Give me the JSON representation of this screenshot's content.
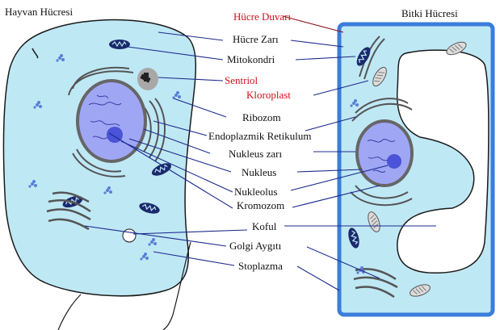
{
  "titles": {
    "animal": "Hayvan Hücresi",
    "plant": "Bitki Hücresi"
  },
  "labels": {
    "cell_wall": "Hücre Duvarı",
    "cell_membrane": "Hücre Zarı",
    "mitochondria": "Mitokondri",
    "centriole": "Sentriol",
    "chloroplast": "Kloroplast",
    "ribosome": "Ribozom",
    "er": "Endoplazmik Retikulum",
    "nuclear_membrane": "Nukleus zarı",
    "nucleus": "Nukleus",
    "nucleolus": "Nukleolus",
    "chromosome": "Kromozom",
    "vacuole": "Koful",
    "golgi": "Golgi Aygıtı",
    "cytoplasm": "Stoplazma"
  },
  "colors": {
    "cytoplasm": "#bfe8f5",
    "membrane": "#1a1a1a",
    "nucleus": "#9fa6f4",
    "nucleolus": "#4b53d8",
    "mitochondria": "#1b2a6b",
    "chloroplast": "#dcdcdc",
    "plant_wall": "#3b7ddb",
    "leader_line": "#1c2a8c",
    "red_label": "#d0101a",
    "vacuole": "#ffffff"
  }
}
